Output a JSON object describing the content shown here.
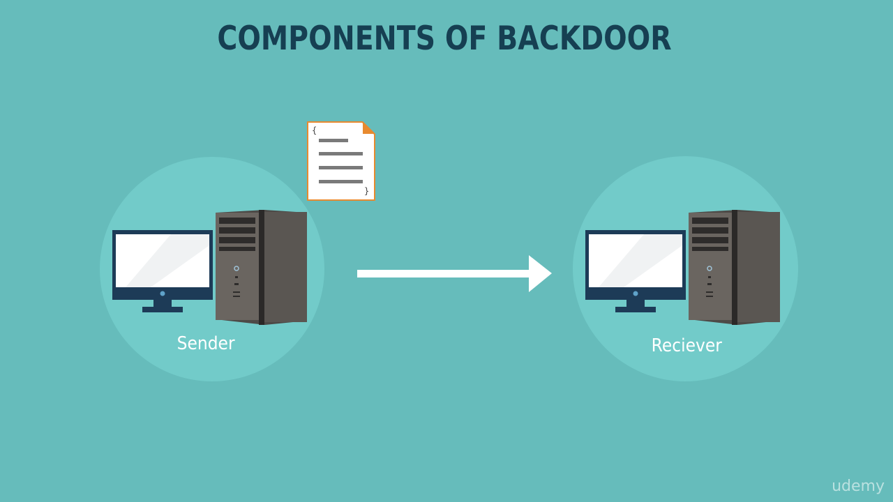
{
  "title": "COMPONENTS OF BACKDOOR",
  "nodes": {
    "sender": {
      "label": "Sender"
    },
    "receiver": {
      "label": "Reciever"
    }
  },
  "document": {
    "open_brace": "{",
    "close_brace": "}"
  },
  "watermark": "udemy",
  "colors": {
    "background": "#66bcbb",
    "circle": "#72cbc9",
    "title": "#163f52",
    "monitor_frame": "#1d3b57",
    "tower": "#5e5a56",
    "document_border": "#e88a2f",
    "arrow": "#ffffff"
  },
  "icons": [
    "desktop-monitor-icon",
    "computer-tower-icon",
    "code-document-icon",
    "arrow-right-icon"
  ]
}
